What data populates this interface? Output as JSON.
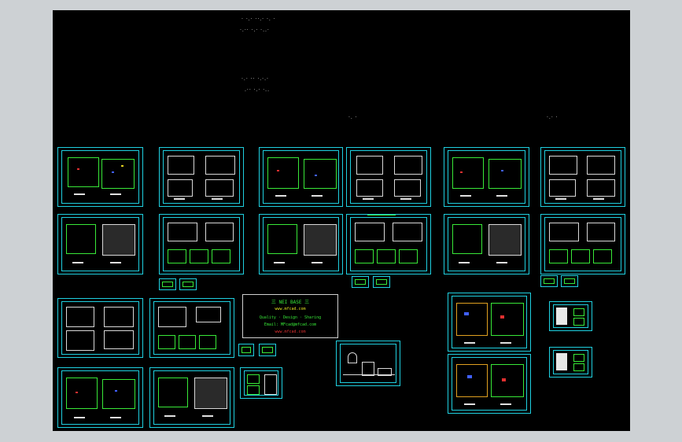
{
  "viewer": {
    "background": "#cdd1d4",
    "canvas_color": "#000000",
    "frame_color": "#1fd0e0",
    "wall_color": "#38e838"
  },
  "info_panel": {
    "title_left": "三",
    "title_main": "NEI BASE",
    "title_right": "三",
    "line1": "www.mfcad.com",
    "line2": "Quality · Design · Sharing",
    "line3": "Email: MFcad@mfcad.com",
    "line4": "www.mfcad.com"
  }
}
